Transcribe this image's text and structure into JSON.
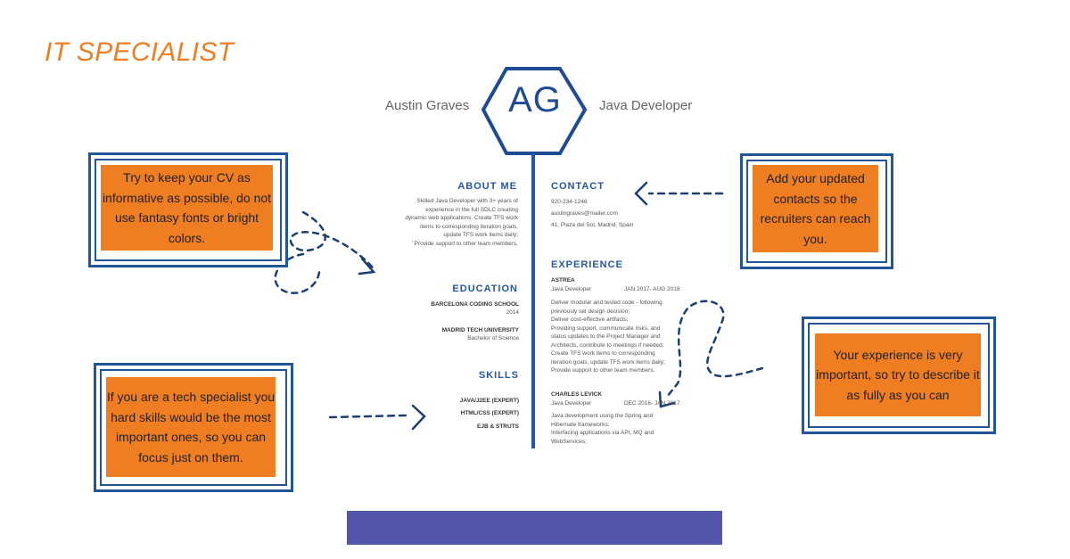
{
  "heading": "IT SPECIALIST",
  "resume": {
    "name": "Austin Graves",
    "monogram": "AG",
    "job_title": "Java Developer",
    "about": {
      "heading": "ABOUT ME",
      "lines": [
        "Skilled Java Developer with 3+ years of",
        "experience in the full SDLC creating",
        "dynamic web applications. Create TFS work",
        "items to corresponding iteration goals,",
        "update TFS work items daily;",
        "' Provide support to other team members."
      ]
    },
    "contact": {
      "heading": "CONTACT",
      "phone": "920-234-1246",
      "email": "austingraves@mailer.com",
      "address": "41, Plaza del Sol, Madrid, Spain"
    },
    "education": {
      "heading": "EDUCATION",
      "items": [
        {
          "school": "BARCELONA CODING SCHOOL",
          "detail": "2014"
        },
        {
          "school": "MADRID TECH UNIVERSITY",
          "detail": "Bachelor of Science"
        }
      ]
    },
    "skills": {
      "heading": "SKILLS",
      "items": [
        "JAVA/J2EE (EXPERT)",
        "HTML/CSS (EXPERT)",
        "EJB & STRUTS"
      ]
    },
    "experience": {
      "heading": "EXPERIENCE",
      "jobs": [
        {
          "company": "ASTREA",
          "role": "Java Developer",
          "dates": "JAN 2017- AUG 2018",
          "lines": [
            "Deliver modular and tested code - following",
            "previously set design decision;",
            "Deliver cost-effective artifacts;",
            "Providing support, communicate risks, and",
            "status updates to the Project Manager and",
            "Architects, contribute to meetings if needed;",
            "Create TFS work items to corresponding",
            "iteration goals, update TFS work items daily;",
            "Provide support to other team members."
          ]
        },
        {
          "company": "CHARLES LEVICK",
          "role": "Java Developer",
          "dates": "DEC 2016- JAN 2017",
          "lines": [
            "Java development using the Spring and",
            "Hibernate frameworks;",
            "Interfacing applications via API, MQ and",
            "WebServices;"
          ]
        }
      ]
    }
  },
  "tips": {
    "cv_style": "Try to keep your CV as informative as possible, do not use fantasy fonts or bright colors.",
    "contacts": "Add your updated contacts so the recruiters can reach you.",
    "skills": "If you are a tech specialist you hard skills would be the most important ones, so you can focus just on them.",
    "experience": "Your experience is very important, so try to describe it as fully as you can"
  },
  "colors": {
    "heading_orange": "#ef7d22",
    "tip_fill": "#ef7d22",
    "frame_blue": "#21569c",
    "resume_blue": "#2457a6",
    "bottom_bar": "#5356ab"
  }
}
